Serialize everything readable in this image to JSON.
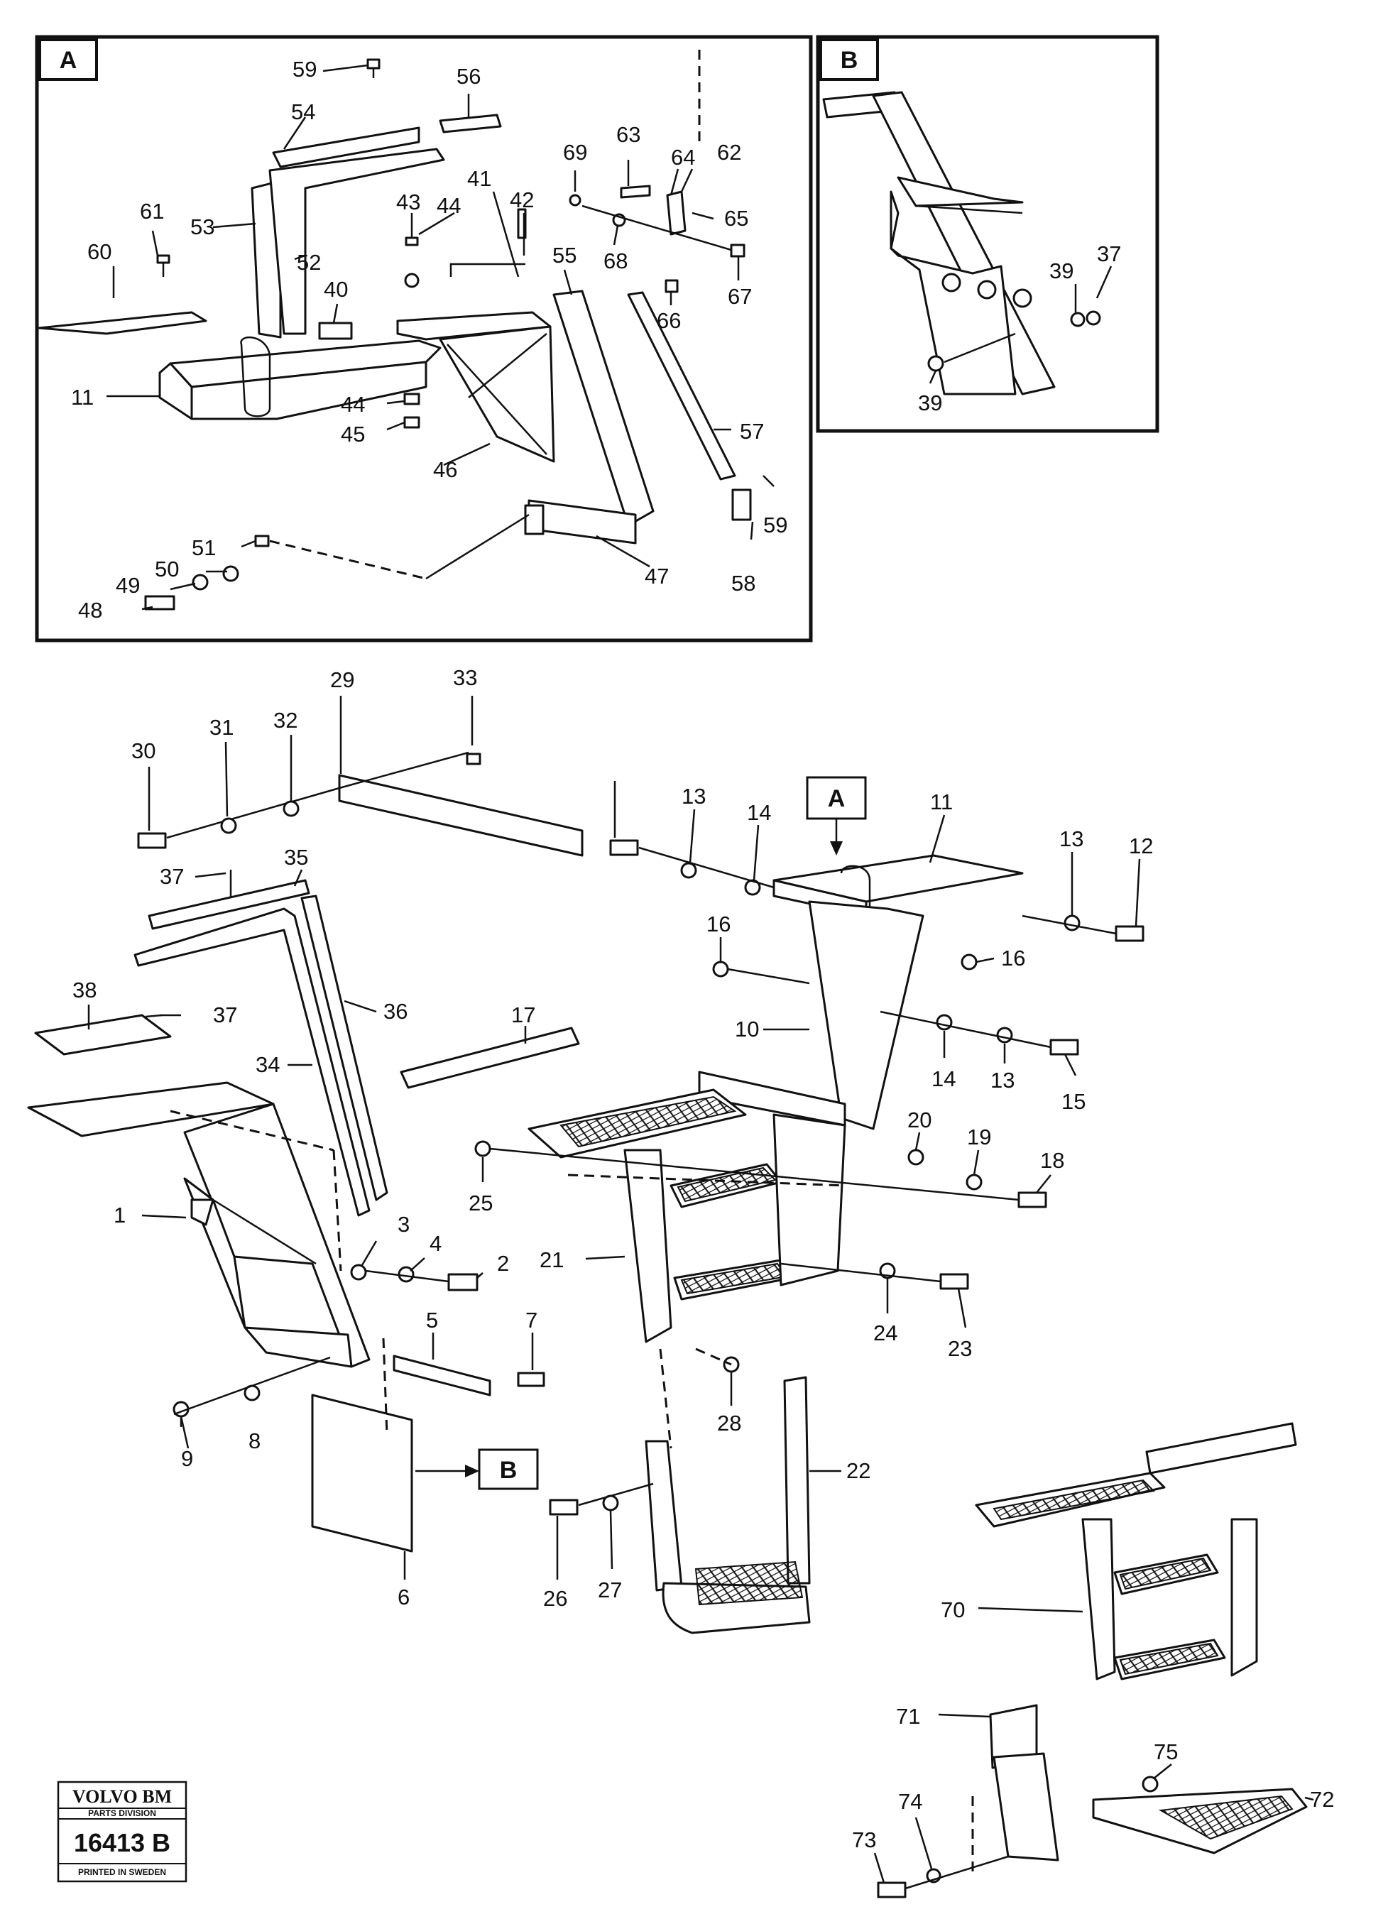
{
  "insets": {
    "a": "A",
    "b": "B"
  },
  "callouts": {
    "a": "A",
    "b": "B"
  },
  "labels": {
    "p59a": "59",
    "p56": "56",
    "p54": "54",
    "p53": "53",
    "p61": "61",
    "p52": "52",
    "p60": "60",
    "p40": "40",
    "p11a": "11",
    "p43": "43",
    "p44a": "44",
    "p41": "41",
    "p42": "42",
    "p44b": "44",
    "p45": "45",
    "p46": "46",
    "p55": "55",
    "p57": "57",
    "p59b": "59",
    "p58": "58",
    "p47": "47",
    "p51": "51",
    "p50": "50",
    "p49": "49",
    "p48": "48",
    "p69": "69",
    "p63": "63",
    "p64": "64",
    "p62": "62",
    "p65": "65",
    "p68": "68",
    "p67": "67",
    "p66": "66",
    "p39a": "39",
    "p37a": "37",
    "p39b": "39",
    "p29": "29",
    "p33": "33",
    "p30": "30",
    "p31": "31",
    "p32": "32",
    "p37b": "37",
    "p35": "35",
    "p38": "38",
    "p37c": "37",
    "p36": "36",
    "p34": "34",
    "p1": "1",
    "p3": "3",
    "p4": "4",
    "p2": "2",
    "p5": "5",
    "p7": "7",
    "p8": "8",
    "p9": "9",
    "p6": "6",
    "p17": "17",
    "p13a": "13",
    "p14a": "14",
    "p11b": "11",
    "p13b": "13",
    "p12": "12",
    "p16a": "16",
    "p16b": "16",
    "p10": "10",
    "p14b": "14",
    "p13c": "13",
    "p15": "15",
    "p20": "20",
    "p19": "19",
    "p18": "18",
    "p25": "25",
    "p21": "21",
    "p24": "24",
    "p23": "23",
    "p28": "28",
    "p22": "22",
    "p26": "26",
    "p27": "27",
    "p70": "70",
    "p71": "71",
    "p75": "75",
    "p72": "72",
    "p74": "74",
    "p73": "73"
  },
  "logo": {
    "brand": "VOLVO BM",
    "division": "PARTS DIVISION",
    "code": "16413 B",
    "printed": "PRINTED IN SWEDEN"
  }
}
